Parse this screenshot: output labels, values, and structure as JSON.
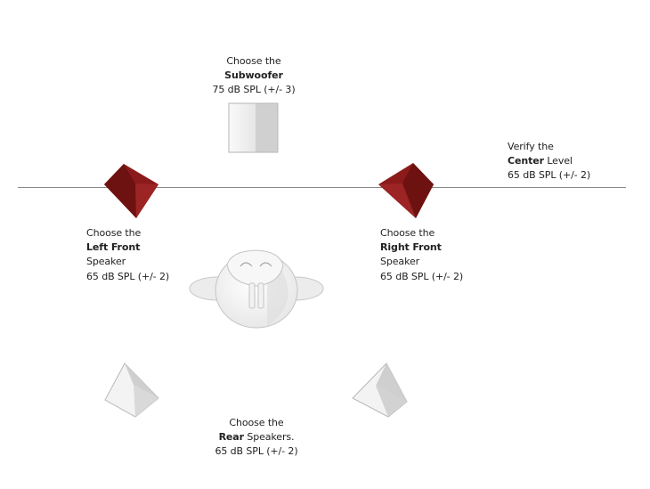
{
  "subwoofer": {
    "line1": "Choose the",
    "name": "Subwoofer",
    "spec": "75 dB SPL (+/- 3)"
  },
  "center": {
    "line1": "Verify the",
    "name": "Center",
    "suffix": " Level",
    "spec": "65 dB SPL (+/- 2)"
  },
  "left_front": {
    "line1": "Choose the",
    "name": "Left Front",
    "line3": "Speaker",
    "spec": "65 dB SPL (+/- 2)"
  },
  "right_front": {
    "line1": "Choose the",
    "name": "Right Front",
    "line3": "Speaker",
    "spec": "65 dB SPL (+/- 2)"
  },
  "rear": {
    "line1": "Choose the",
    "name": "Rear",
    "suffix": " Speakers.",
    "spec": "65 dB SPL (+/- 2)"
  },
  "colors": {
    "active_speaker": "#8b1a1a",
    "active_speaker_dark": "#6a0f0f",
    "inactive_speaker": "#dcdcdc",
    "inactive_speaker_light": "#f0f0f0",
    "baseline": "#8a8a8a"
  }
}
